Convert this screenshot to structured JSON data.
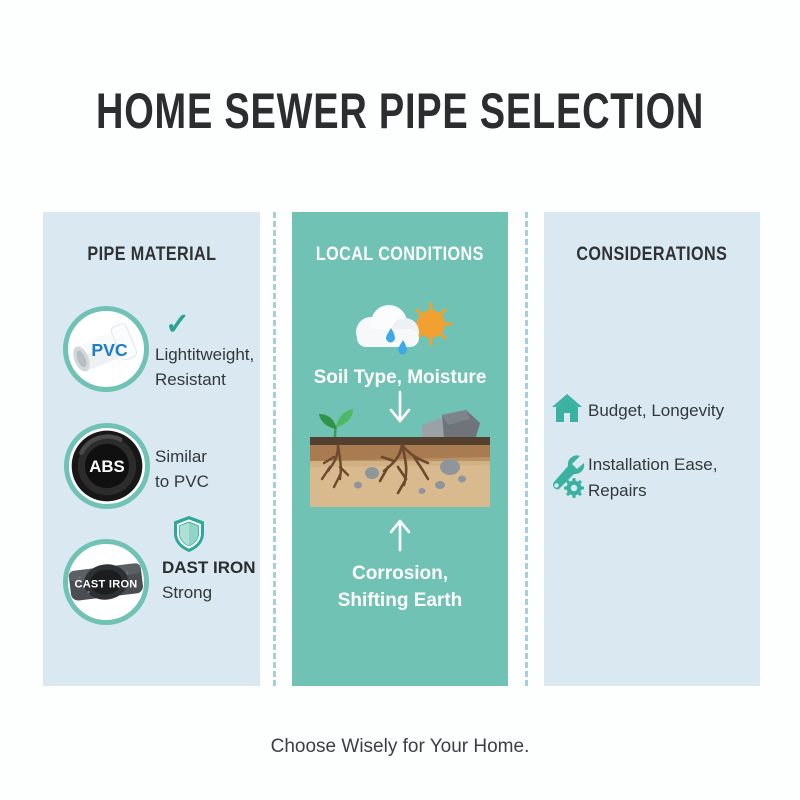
{
  "title": "HOME SEWER PIPE SELECTION",
  "footer": "Choose Wisely for Your Home.",
  "colors": {
    "column_light_bg": "#d9e8f1",
    "column_teal_bg": "#70c2b4",
    "accent_teal": "#2ba293",
    "pvc_label_blue": "#1a7dc5",
    "title_dark": "#2b2d2e",
    "sun_orange": "#f0a132",
    "raindrop_blue": "#3fa9e8",
    "divider_dash": "#a9cedb"
  },
  "columns": {
    "pipe_material": {
      "header": "PIPE MATERIAL",
      "items": [
        {
          "label": "PVC",
          "desc1": "Lightitweight,",
          "desc2": "Resistant",
          "icon": "check-icon"
        },
        {
          "label": "ABS",
          "desc1": "Similar",
          "desc2": "to PVC",
          "icon": ""
        },
        {
          "label": "CAST IRON",
          "desc1": "DAST IRON",
          "desc2": "Strong",
          "icon": "shield-icon"
        }
      ]
    },
    "local_conditions": {
      "header": "LOCAL CONDITIONS",
      "top_label": "Soil Type, Moisture",
      "bottom_label1": "Corrosion,",
      "bottom_label2": "Shifting Earth"
    },
    "considerations": {
      "header": "CONSIDERATIONS",
      "items": [
        {
          "icon": "house-icon",
          "text": "Budget, Longevity"
        },
        {
          "icon": "tools-icon",
          "text1": "Installation Ease,",
          "text2": "Repairs"
        }
      ]
    }
  }
}
